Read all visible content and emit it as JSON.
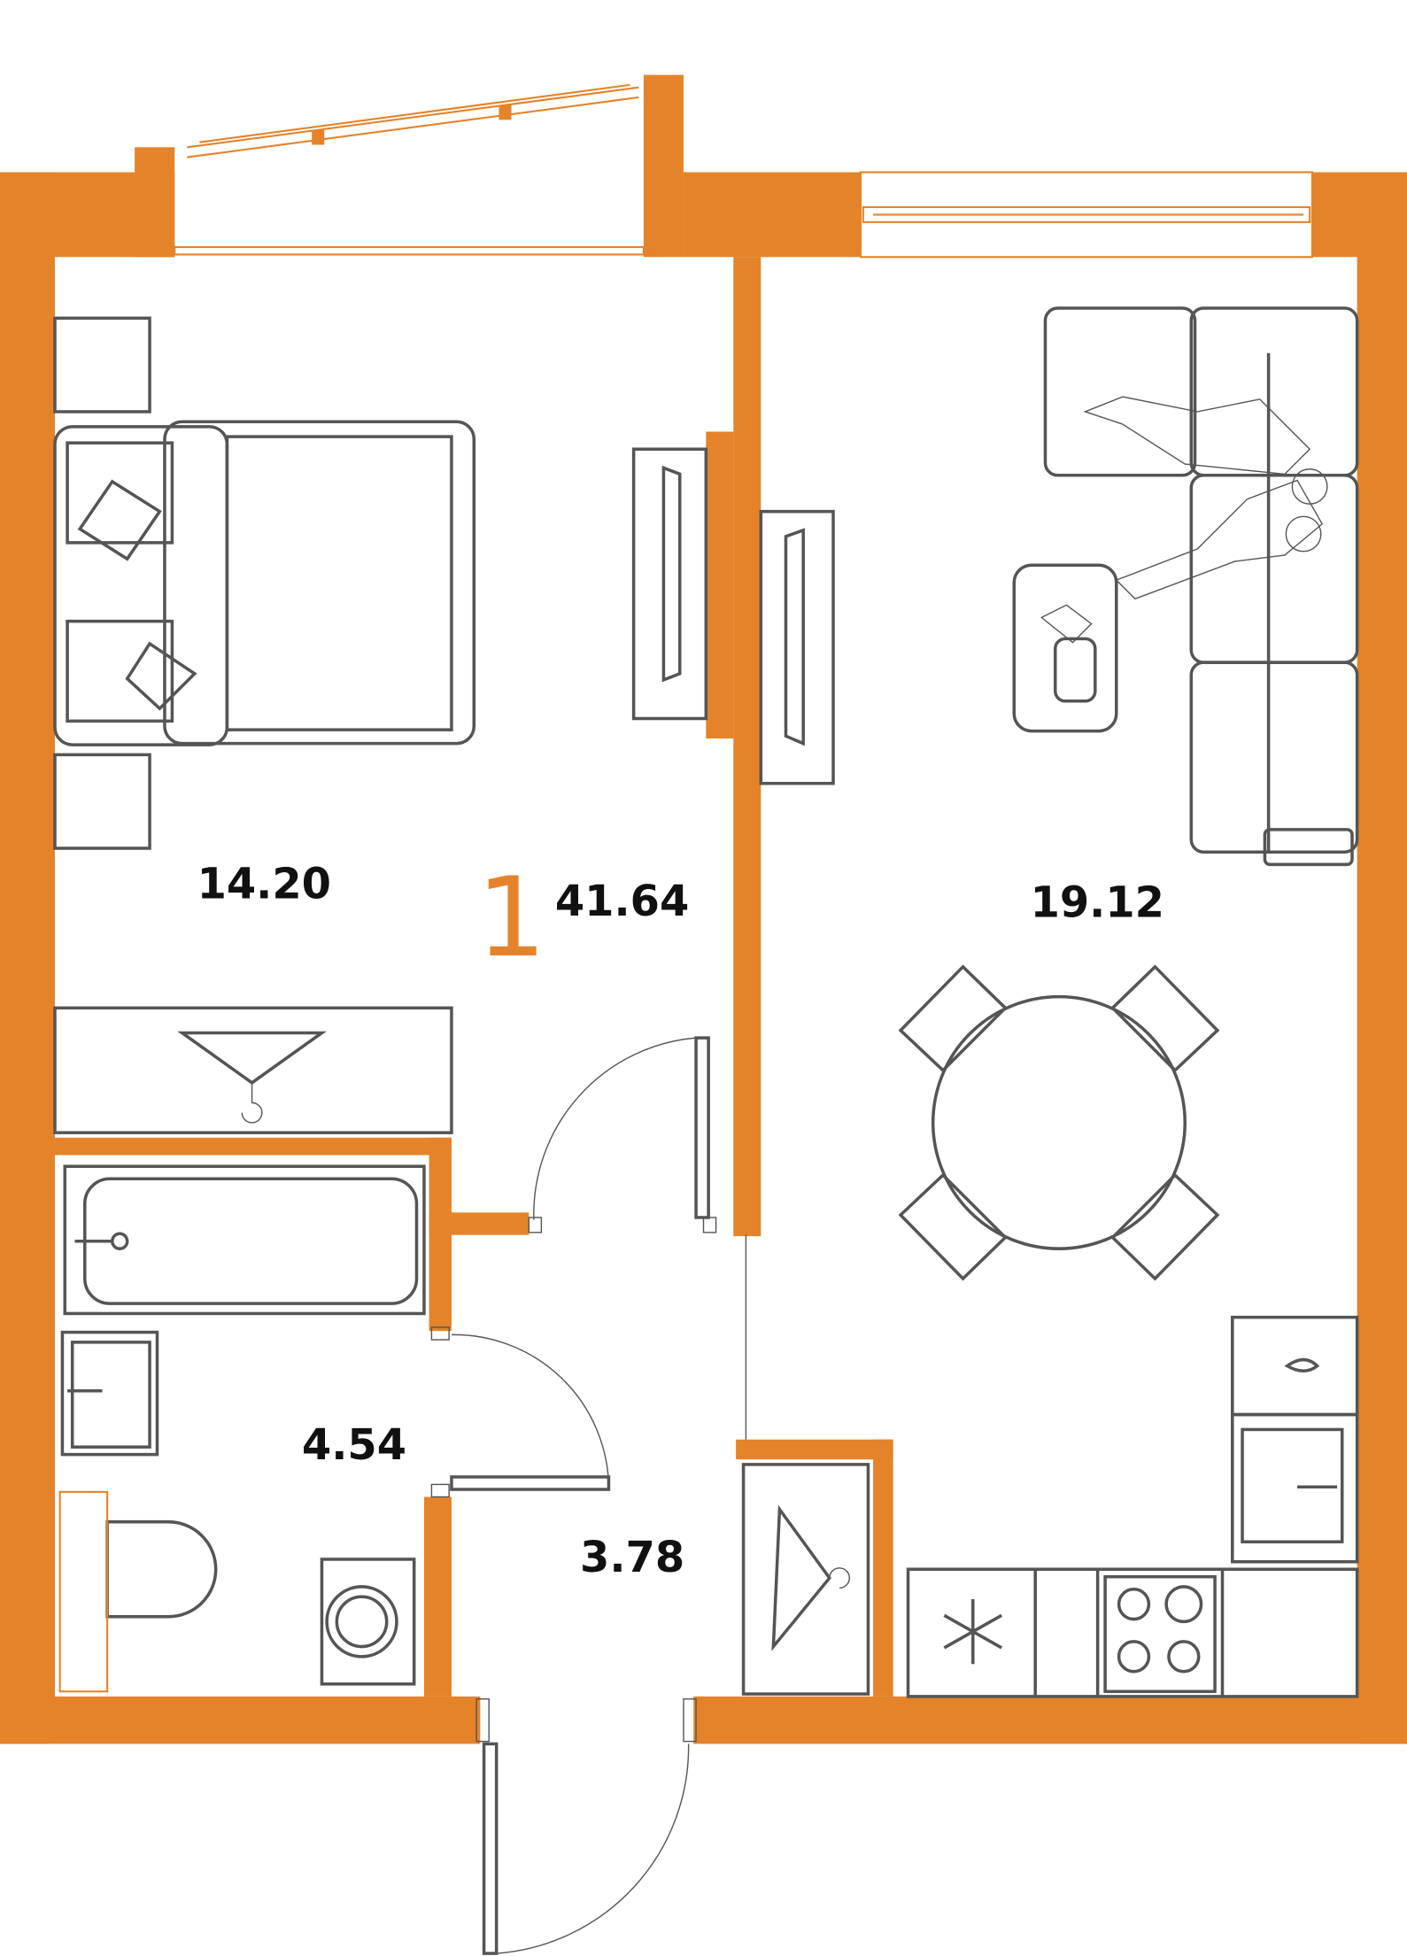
{
  "plan": {
    "rooms_count": "1",
    "total_area": "41.64",
    "accent_color": "#E5832A",
    "areas": {
      "bedroom": "14.20",
      "living_kitchen": "19.12",
      "bathroom": "4.54",
      "hallway": "3.78"
    }
  }
}
